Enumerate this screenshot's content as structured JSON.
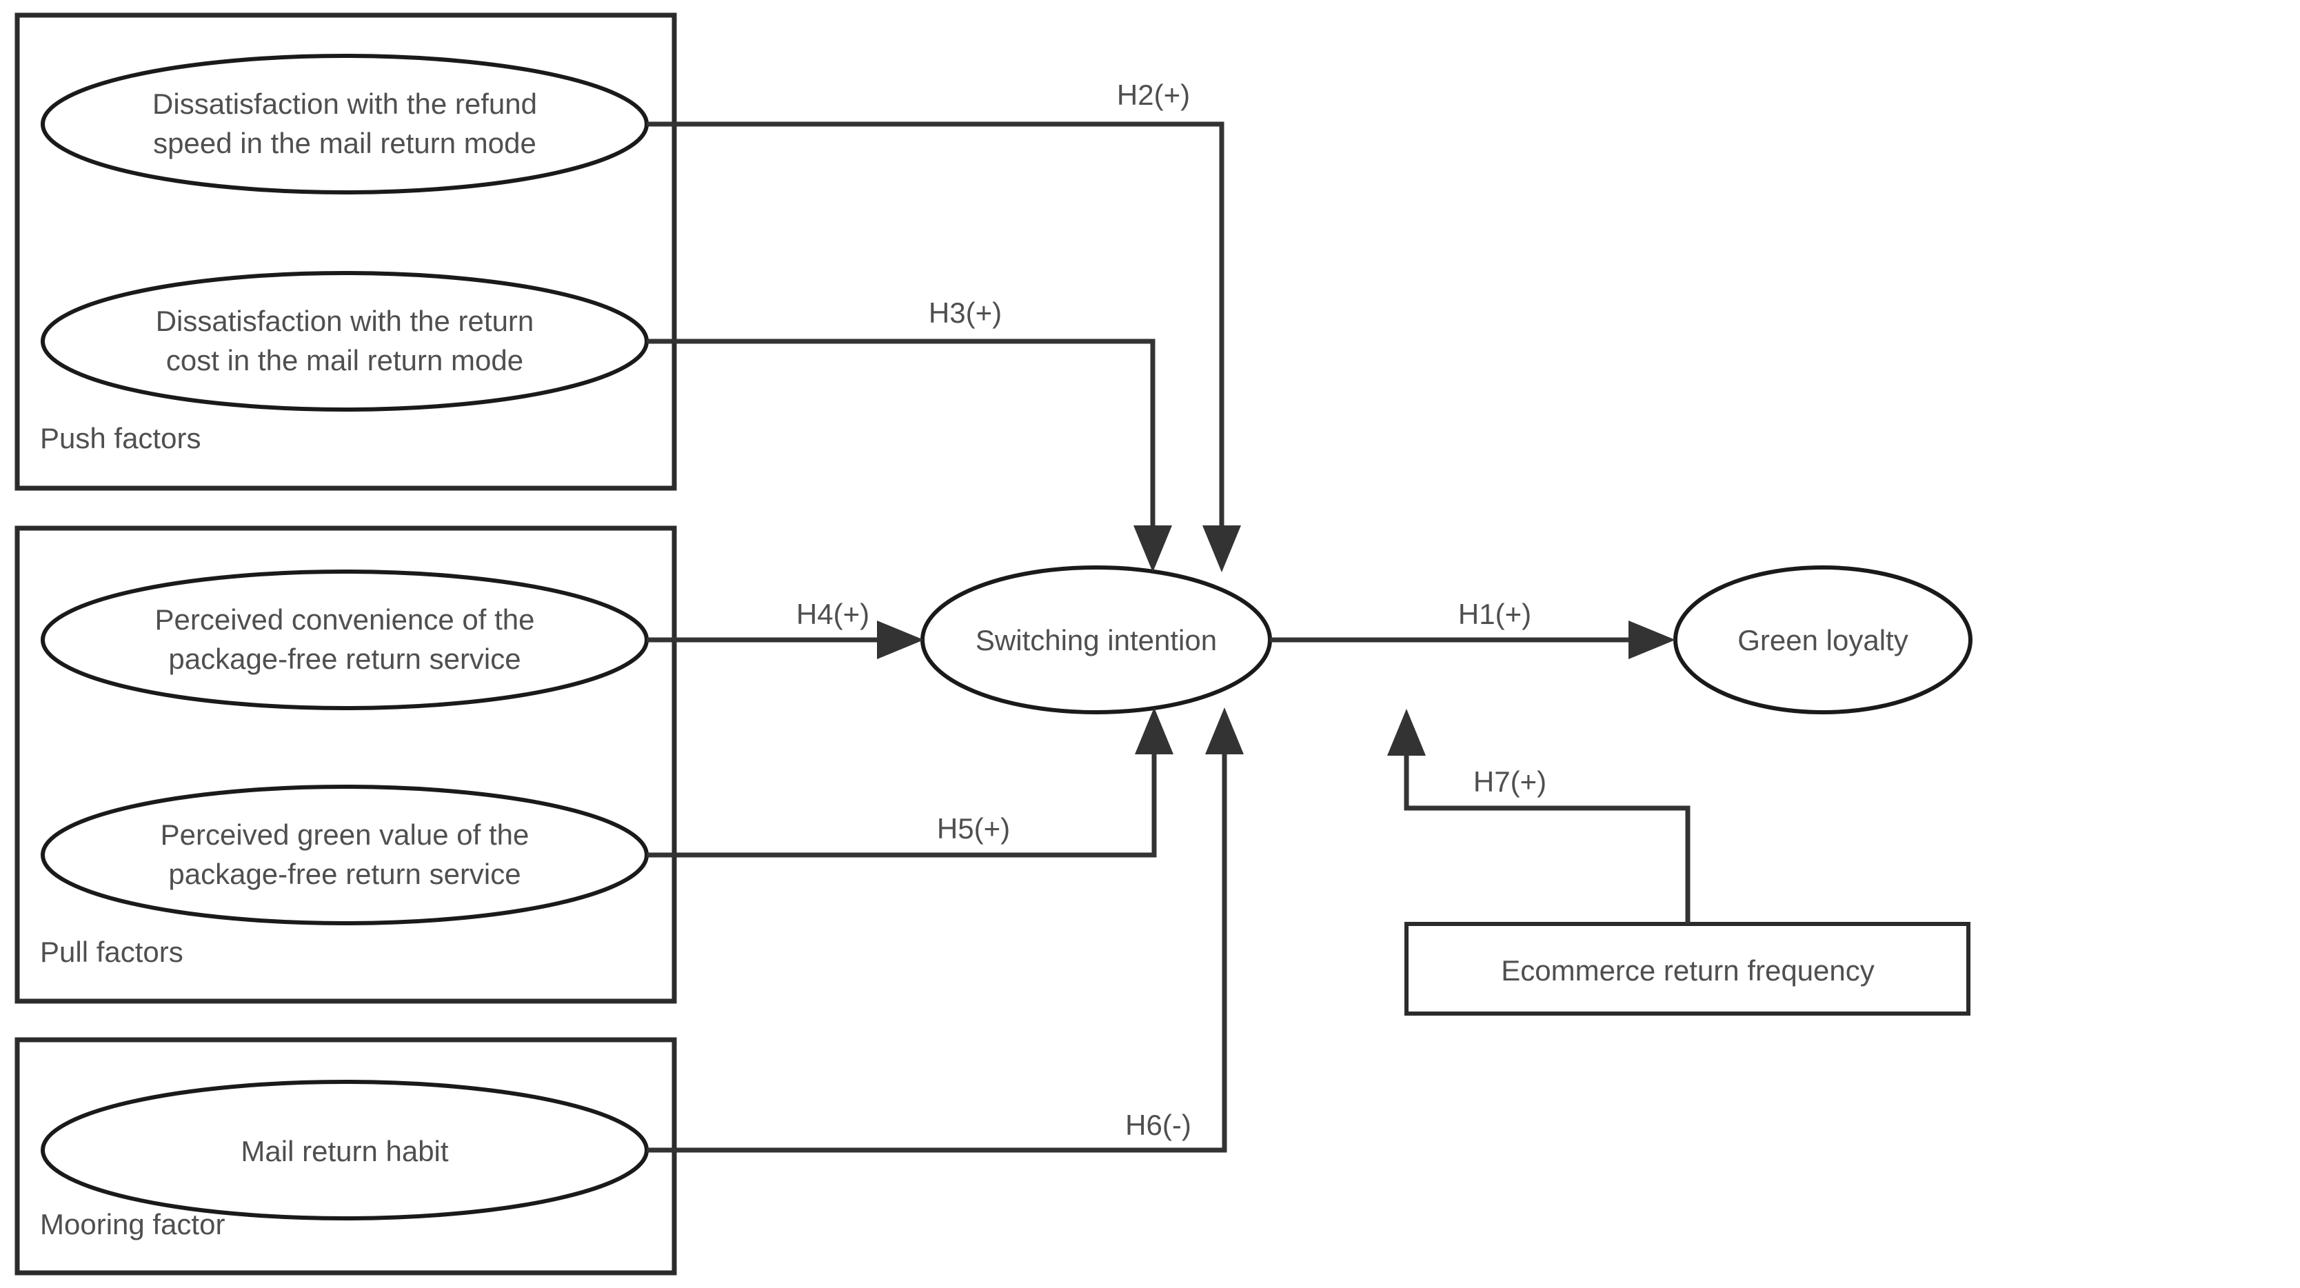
{
  "diagram": {
    "type": "conceptual-research-model",
    "background_color": "#ffffff",
    "line_color": "#333333",
    "text_color": "#4f4f4f"
  },
  "groups": [
    {
      "id": "push",
      "label": "Push factors"
    },
    {
      "id": "pull",
      "label": "Pull factors"
    },
    {
      "id": "mooring",
      "label": "Mooring factor"
    }
  ],
  "constructs": {
    "push_1": {
      "line1": "Dissatisfaction with the refund",
      "line2": "speed in the mail return mode"
    },
    "push_2": {
      "line1": "Dissatisfaction with the return",
      "line2": "cost in the mail return mode"
    },
    "pull_1": {
      "line1": "Perceived convenience of the",
      "line2": "package-free return service"
    },
    "pull_2": {
      "line1": "Perceived green value of the",
      "line2": "package-free return service"
    },
    "mooring_1": {
      "line1": "Mail return habit"
    },
    "switching": {
      "line1": "Switching intention"
    },
    "outcome": {
      "line1": "Green loyalty"
    }
  },
  "moderator": {
    "label": "Ecommerce return frequency"
  },
  "hypotheses": [
    {
      "id": "H1",
      "label": "H1(+)",
      "from": "switching",
      "to": "outcome",
      "sign": "+"
    },
    {
      "id": "H2",
      "label": "H2(+)",
      "from": "push_1",
      "to": "switching",
      "sign": "+"
    },
    {
      "id": "H3",
      "label": "H3(+)",
      "from": "push_2",
      "to": "switching",
      "sign": "+"
    },
    {
      "id": "H4",
      "label": "H4(+)",
      "from": "pull_1",
      "to": "switching",
      "sign": "+"
    },
    {
      "id": "H5",
      "label": "H5(+)",
      "from": "pull_2",
      "to": "switching",
      "sign": "+"
    },
    {
      "id": "H6",
      "label": "H6(-)",
      "from": "mooring_1",
      "to": "switching",
      "sign": "-"
    },
    {
      "id": "H7",
      "label": "H7(+)",
      "from": "moderator",
      "to": "switching",
      "sign": "+"
    }
  ]
}
